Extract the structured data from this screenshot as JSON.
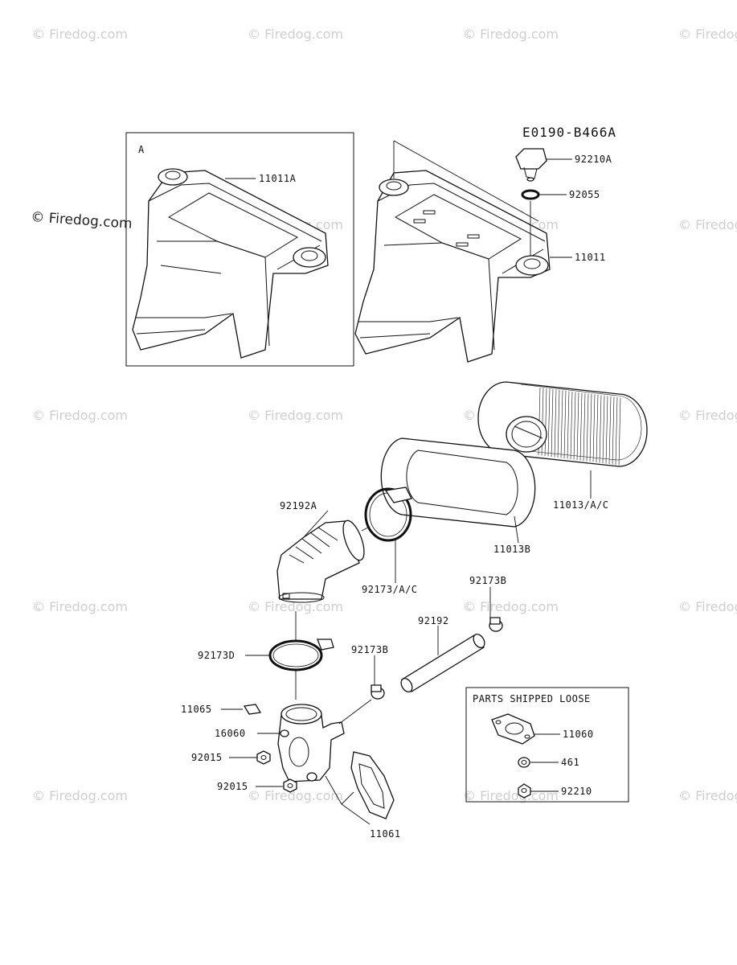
{
  "diagram": {
    "code": "E0190-B466A",
    "inset_letter": "A",
    "loose_box_title": "PARTS SHIPPED LOOSE",
    "watermark": "© Firedog.com",
    "parts": {
      "p11011A": "11011A",
      "p92210A": "92210A",
      "p92055": "92055",
      "p11011": "11011",
      "p11013AC": "11013/A/C",
      "p11013B": "11013B",
      "p92192A": "92192A",
      "p92173AC": "92173/A/C",
      "p92173B_top": "92173B",
      "p92192": "92192",
      "p92173D": "92173D",
      "p92173B_mid": "92173B",
      "p11065": "11065",
      "p16060": "16060",
      "p92015_a": "92015",
      "p92015_b": "92015",
      "p11061": "11061",
      "p11060": "11060",
      "p461": "461",
      "p92210": "92210"
    }
  }
}
